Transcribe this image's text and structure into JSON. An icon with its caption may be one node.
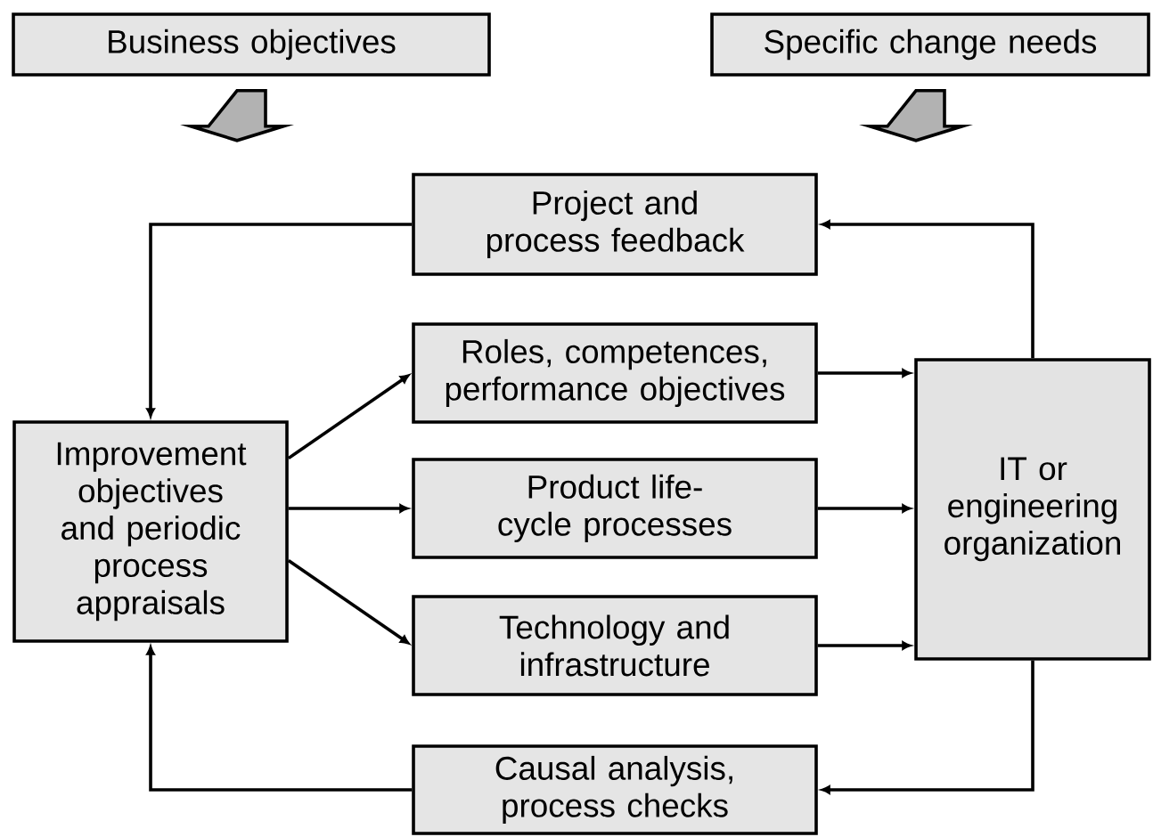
{
  "diagram": {
    "nodes": [
      {
        "text": [
          "Business objectives"
        ]
      },
      {
        "text": [
          "Specific change needs"
        ]
      },
      {
        "text": [
          "Project and process feedback"
        ]
      },
      {
        "text": [
          "Improvement objectives and periodic process appraisals"
        ]
      },
      {
        "text": [
          "Roles, competences, performance objectives"
        ]
      },
      {
        "text": [
          "Product life-cycle processes"
        ]
      },
      {
        "text": [
          "Technology and infrastructure"
        ]
      },
      {
        "text": [
          "IT or engineering organization"
        ]
      },
      {
        "text": [
          "Causal analysis, process checks"
        ]
      }
    ],
    "edges": [
      {
        "from": 0,
        "to": null,
        "arrow": "to",
        "style": "thick"
      },
      {
        "from": 1,
        "to": null,
        "arrow": "to",
        "style": "thick"
      },
      {
        "from": 2,
        "to": 3,
        "arrow": "to"
      },
      {
        "from": 7,
        "to": 2,
        "arrow": "to"
      },
      {
        "from": 3,
        "to": 4,
        "arrow": "to"
      },
      {
        "from": 3,
        "to": 5,
        "arrow": "to"
      },
      {
        "from": 3,
        "to": 6,
        "arrow": "to"
      },
      {
        "from": 4,
        "to": 7,
        "arrow": "to"
      },
      {
        "from": 5,
        "to": 7,
        "arrow": "to"
      },
      {
        "from": 6,
        "to": 7,
        "arrow": "to"
      },
      {
        "from": 7,
        "to": 8,
        "arrow": "to"
      },
      {
        "from": 8,
        "to": 3,
        "arrow": "to"
      }
    ]
  }
}
